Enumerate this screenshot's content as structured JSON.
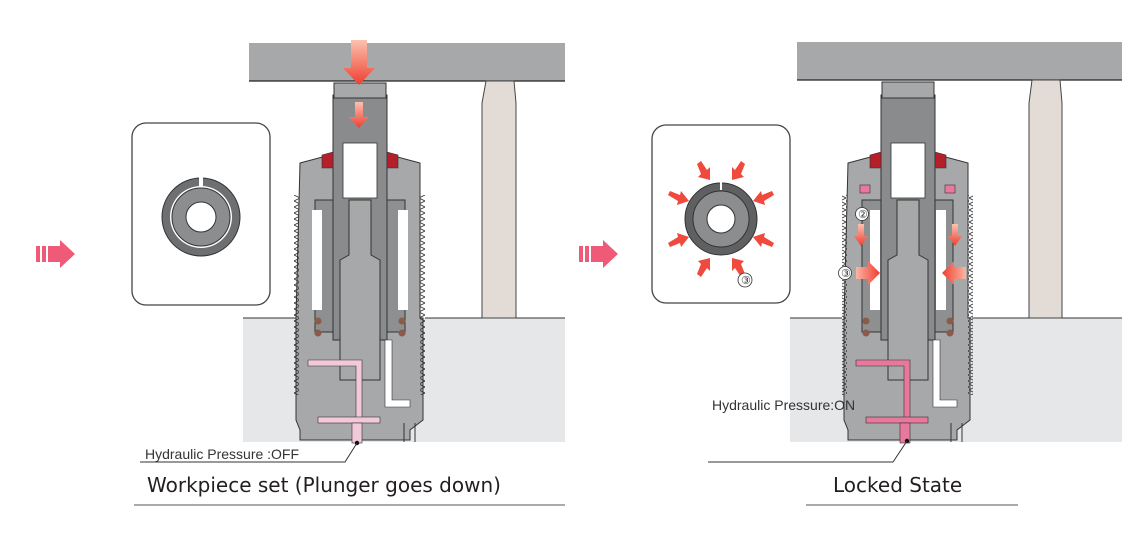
{
  "colors": {
    "steel": "#a7a8aa",
    "steel_dark": "#7d7e80",
    "steel_darker": "#5f6062",
    "block": "#e6e7e8",
    "pin": "#e3dcd6",
    "oil_off": "#f2c9d8",
    "oil_on": "#e8799d",
    "seal_red": "#b3202a",
    "arrow_red": "#ef4a3d",
    "flow_arrow": "#ef5a78",
    "ball": "#8b5a4a"
  },
  "flow_arrows": [
    {
      "name": "flow-arrow-1",
      "label": "sequence arrow"
    },
    {
      "name": "flow-arrow-2",
      "label": "sequence arrow"
    }
  ],
  "panels": [
    {
      "id": "workpiece-set",
      "caption": "Workpiece set (Plunger goes down)",
      "pressure_label": "Hydraulic Pressure :OFF",
      "pressure_state": "OFF",
      "inset": {
        "state": "ring-open"
      }
    },
    {
      "id": "locked-state",
      "caption": "Locked State",
      "pressure_label": "Hydraulic Pressure:ON",
      "pressure_state": "ON",
      "inset": {
        "state": "ring-compressed",
        "marker": "③"
      },
      "markers": [
        "②",
        "③"
      ]
    }
  ]
}
